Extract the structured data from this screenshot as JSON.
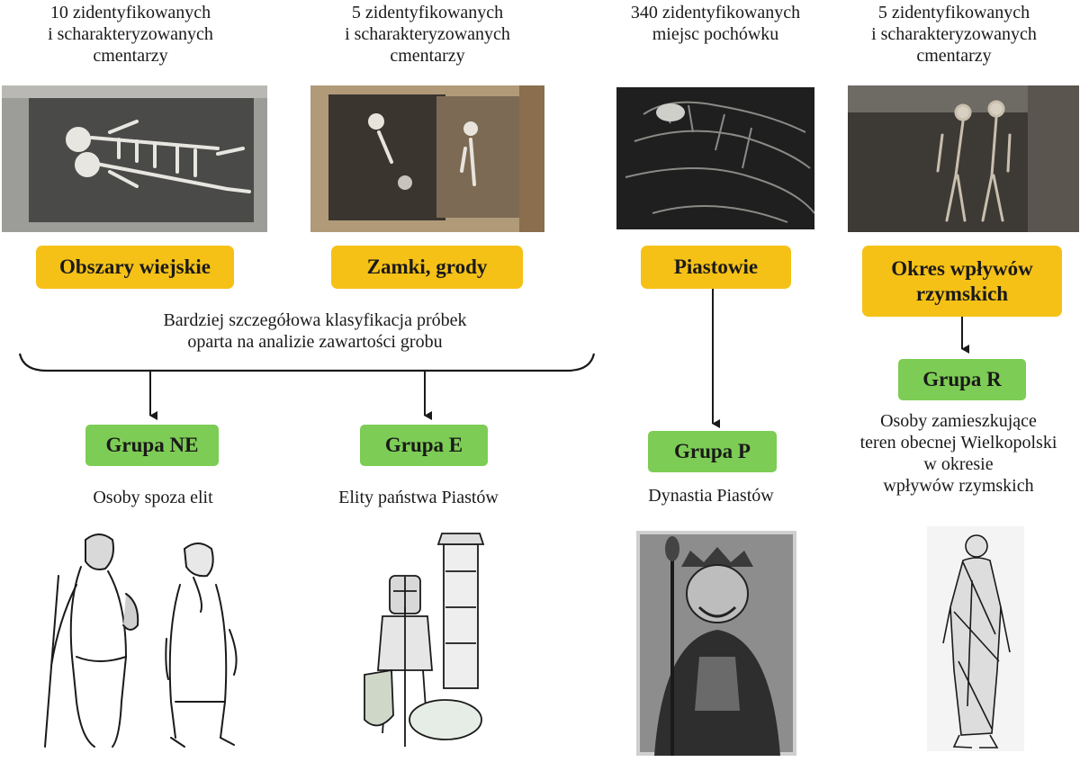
{
  "columns": [
    {
      "id": "rural",
      "count_text": "10 zidentyfikowanych\ni scharakteryzowanych\ncmentarzy",
      "category": "Obszary wiejskie",
      "group": "Grupa NE",
      "description": "Osoby spoza elit",
      "photo_icon": "skeletons-in-grave-photo",
      "illustration_icon": "peasants-illustration"
    },
    {
      "id": "castles",
      "count_text": "5 zidentyfikowanych\ni scharakteryzowanych\ncmentarzy",
      "category": "Zamki, grody",
      "group": "Grupa E",
      "description": "Elity państwa Piastów",
      "photo_icon": "excavated-burials-photo",
      "illustration_icon": "knight-illustration"
    },
    {
      "id": "piasts",
      "count_text": "340 zidentyfikowanych\nmiejsc pochówku",
      "category": "Piastowie",
      "group": "Grupa P",
      "description": "Dynastia Piastów",
      "photo_icon": "tomb-effigy-photo",
      "illustration_icon": "king-portrait-illustration"
    },
    {
      "id": "roman",
      "count_text": "5 zidentyfikowanych\ni scharakteryzowanych\ncmentarzy",
      "category": "Okres wpływów\nrzymskich",
      "group": "Grupa R",
      "description": "Osoby zamieszkujące\nteren obecnej Wielkopolski\nw  okresie\nwpływów  rzymskich",
      "photo_icon": "paired-skeletons-photo",
      "illustration_icon": "roman-toga-illustration"
    }
  ],
  "classification_note": "Bardziej szczegółowa klasyfikacja próbek\noparta na analizie zawartości grobu",
  "colors": {
    "category_box": "#f5c116",
    "group_box": "#7dcc55",
    "connector": "#1a1a1a"
  }
}
